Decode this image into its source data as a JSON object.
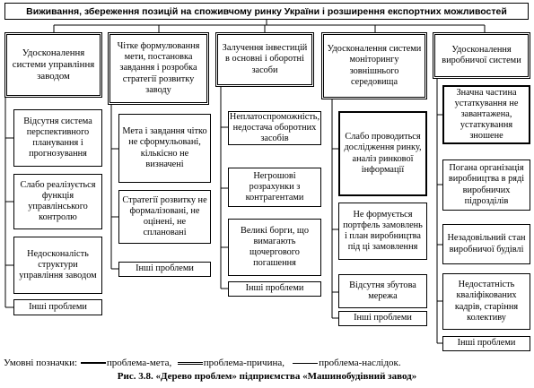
{
  "title": "Виживання, збереження позицій на споживчому ринку України і розширення експортних можливостей",
  "goals": [
    {
      "label": "Удосконалення системи управління заводом"
    },
    {
      "label": "Чітке формулювання мети, постановка завдання і розробка стратегії розвитку заводу"
    },
    {
      "label": "Залучення інвестицій в основні і оборотні засоби"
    },
    {
      "label": "Удосконалення системи моніторингу зовнішнього середовища"
    },
    {
      "label": "Удосконалення виробничої системи"
    }
  ],
  "columns": [
    [
      "Відсутня система перспективного планування і прогнозування",
      "Слабо реалізується функція управлінського контролю",
      "Недосконалість структури управління заводом",
      "Інші проблеми"
    ],
    [
      "Мета і завдання чітко не сформульовані, кількісно не визначені",
      "Стратегії розвитку не формалізовані, не оцінені, не сплановані",
      "Інші проблеми"
    ],
    [
      "Неплатоспроможність, недостача оборотних засобів",
      "Негрошові розрахунки з контрагентами",
      "Великі борги, що вимагають щочергового погашення",
      "Інші проблеми"
    ],
    [
      "Слабо проводиться дослідження ринку, аналіз ринкової інформації",
      "Не формується портфель замовлень і план виробництва під ці замовлення",
      "Відсутня збутова мережа",
      "Інші проблеми"
    ],
    [
      "Значна частина устаткування не завантажена, устаткування зношене",
      "Погана організація виробництва в ряді виробничих підрозділів",
      "Незадовільний стан виробничої будівлі",
      "Недостатність кваліфікованих кадрів, старіння колективу",
      "Інші проблеми"
    ]
  ],
  "legend": {
    "prefix": "Умовні позначки:",
    "goal": "проблема-мета,",
    "cause": "проблема-причина,",
    "effect": "проблема-наслідок."
  },
  "caption": "Рис. 3.8. «Дерево проблем» підприємства «Машинобудівний завод»"
}
